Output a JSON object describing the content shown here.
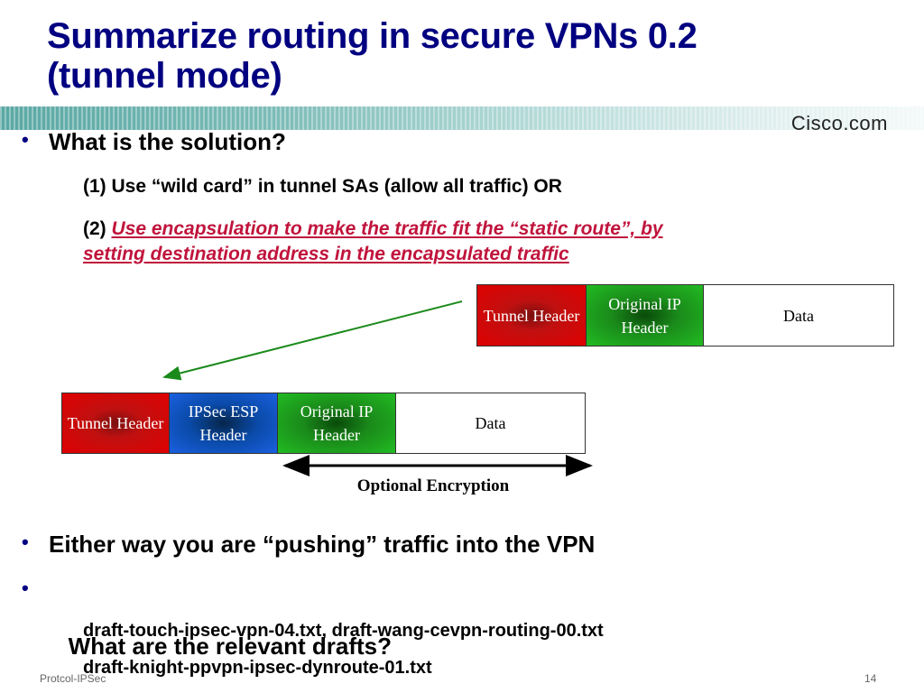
{
  "slide": {
    "title_line1": "Summarize routing in secure VPNs 0.2",
    "title_line2": "(tunnel mode)",
    "logo": "Cisco.com"
  },
  "bullets": {
    "b1": "What is the solution?",
    "b1_sub1": "(1) Use “wild card” in tunnel SAs (allow all traffic) OR",
    "b1_sub2_prefix": "(2) ",
    "b1_sub2_highlight_line1": "Use encapsulation to make the traffic fit the “static route”, by",
    "b1_sub2_highlight_line2": "setting destination address in the encapsulated traffic",
    "b2": "Either way you are “pushing” traffic into the VPN",
    "b3": " What are the relevant drafts?",
    "b3_sub1": "draft-touch-ipsec-vpn-04.txt, draft-wang-cevpn-routing-00.txt",
    "b3_sub2": "draft-knight-ppvpn-ipsec-dynroute-01.txt"
  },
  "diagram": {
    "top_packet": {
      "tunnel_header": "Tunnel Header",
      "original_ip_header": "Original IP Header",
      "data": "Data"
    },
    "bottom_packet": {
      "tunnel_header": "Tunnel Header",
      "ipsec_esp_header": "IPSec ESP Header",
      "original_ip_header": "Original IP Header",
      "data": "Data"
    },
    "encryption_label": "Optional Encryption",
    "colors": {
      "tunnel": "#e00000",
      "original_ip": "#22bb22",
      "esp": "#1a60e0",
      "arrow": "#1a8a1a"
    }
  },
  "footer": {
    "left": "Protcol-IPSec",
    "page_number": "14"
  }
}
